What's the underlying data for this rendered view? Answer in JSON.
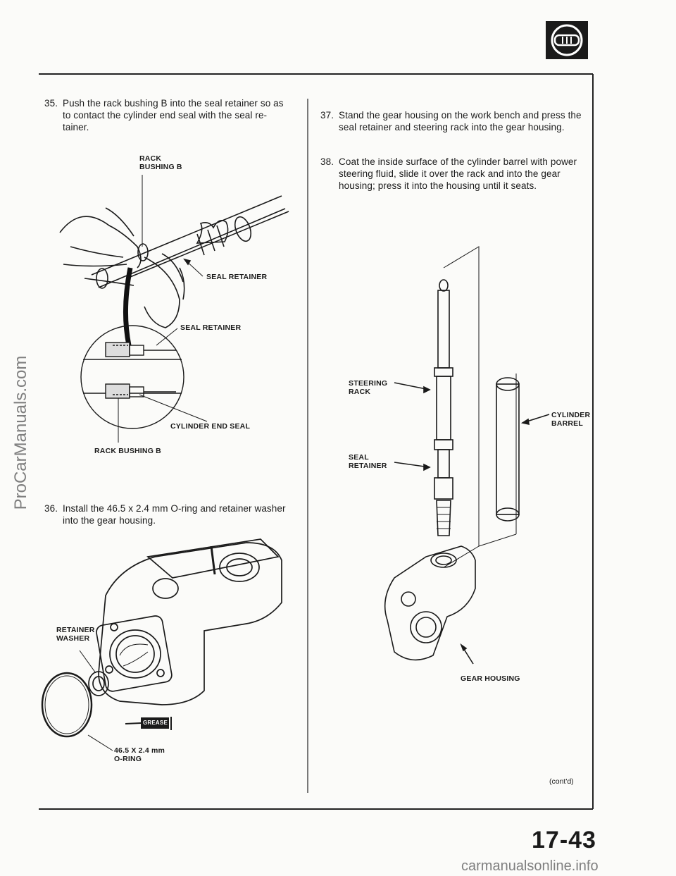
{
  "header": {
    "section_icon": "steering-wheel-icon"
  },
  "steps": {
    "s35": {
      "num": "35.",
      "text": "Push the rack bushing B into the seal retainer so as to contact the cylinder end seal with the seal re-tainer."
    },
    "s36": {
      "num": "36.",
      "text": "Install the 46.5 x 2.4 mm O-ring and retainer washer into the gear housing."
    },
    "s37": {
      "num": "37.",
      "text": "Stand the gear housing on the work bench and press the seal retainer and steering rack into the gear housing."
    },
    "s38": {
      "num": "38.",
      "text": "Coat the inside surface of the cylinder barrel with power steering fluid, slide it over the rack and into the gear housing; press it into the housing until it seats."
    }
  },
  "labels": {
    "rack_bushing_b_top": "RACK\nBUSHING B",
    "seal_retainer_1": "SEAL RETAINER",
    "seal_retainer_2": "SEAL RETAINER",
    "cylinder_end_seal": "CYLINDER END SEAL",
    "rack_bushing_b_bottom": "RACK BUSHING B",
    "retainer_washer": "RETAINER\nWASHER",
    "grease": "GREASE",
    "oring": "46.5 X 2.4 mm\nO-RING",
    "steering_rack": "STEERING\nRACK",
    "seal_retainer_3": "SEAL\nRETAINER",
    "cylinder_barrel": "CYLINDER\nBARREL",
    "gear_housing": "GEAR HOUSING"
  },
  "footer": {
    "contd": "(cont'd)",
    "page_number": "17-43"
  },
  "watermarks": {
    "side": "ProCarManuals.com",
    "bottom": "carmanualsonline.info"
  }
}
